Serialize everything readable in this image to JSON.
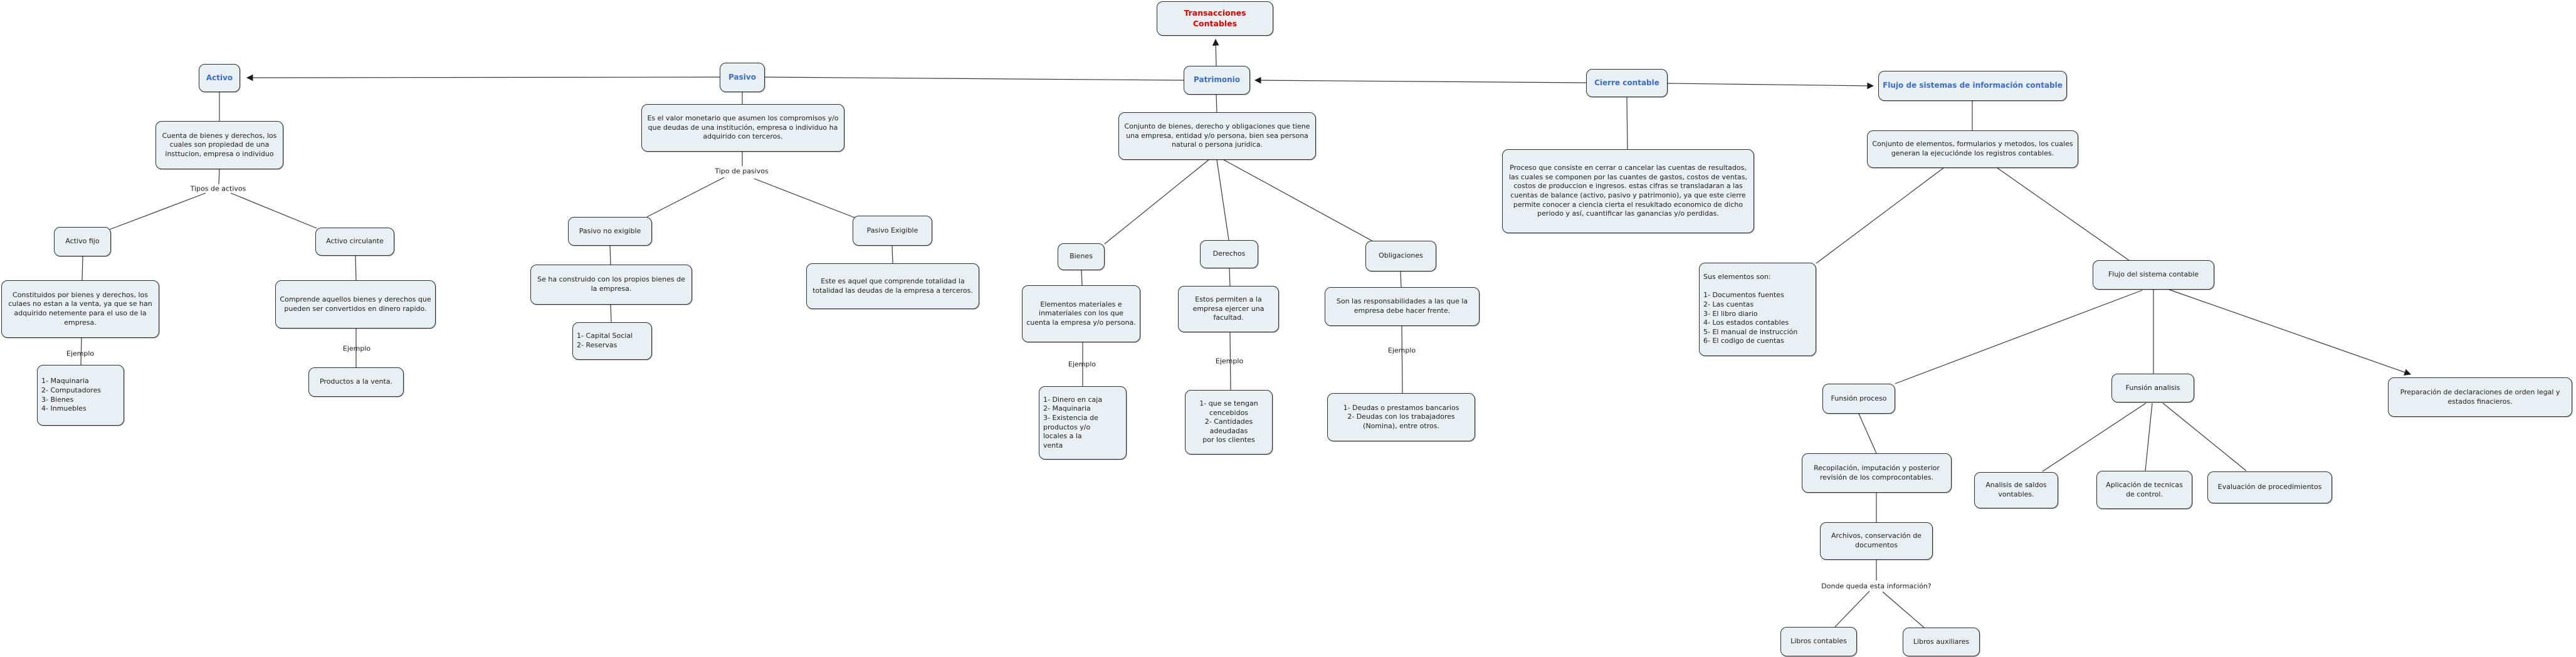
{
  "diagram_title": "Transacciones Contables",
  "colors": {
    "root_text": "#e60000",
    "level1_text": "#3b6cd4",
    "node_fill": "#e9f0f3",
    "node_border": "#2e2e2e",
    "line": "#3a3a3a",
    "background": "#ffffff"
  },
  "nodes": {
    "transacciones": {
      "label": "Transacciones Contables"
    },
    "activo": {
      "label": "Activo"
    },
    "activo_desc": {
      "label": "Cuenta de bienes y derechos, los cuales son propiedad  de una insttucion, empresa o individuo"
    },
    "activo_fijo": {
      "label": "Activo fijo"
    },
    "activo_fijo_desc": {
      "label": "Constituidos por bienes y derechos, los culaes no estan a la venta, ya que se han adquirido netemente para el uso de la empresa."
    },
    "activo_fijo_ejemplos": {
      "label": "1- Maquinaria\n2- Computadores\n3- Bienes\n4- Inmuebles"
    },
    "activo_circulante": {
      "label": "Activo circulante"
    },
    "activo_circulante_desc": {
      "label": "Comprende aquellos bienes y derechos que pueden ser convertidos en dinero rapido."
    },
    "productos_venta": {
      "label": "Productos a la venta."
    },
    "pasivo": {
      "label": "Pasivo"
    },
    "pasivo_desc": {
      "label": "Es el valor monetario que asumen los compromisos y/o que deudas de una institución, empresa o individuo ha adquirido con terceros."
    },
    "pasivo_no_exigible": {
      "label": "Pasivo no exigible"
    },
    "pasivo_no_exigible_desc": {
      "label": "Se ha construido con los propios bienes de la empresa."
    },
    "pasivo_no_exigible_ejemplos": {
      "label": "1- Capital Social\n2- Reservas"
    },
    "pasivo_exigible": {
      "label": "Pasivo Exigible"
    },
    "pasivo_exigible_desc": {
      "label": "Este es aquel que comprende totalidad la totalidad las deudas de la empresa a terceros."
    },
    "patrimonio": {
      "label": "Patrimonio"
    },
    "patrimonio_desc": {
      "label": "Conjunto de bienes, derecho y obligaciones que tiene una empresa, entidad y/o persona, bien sea persona natural o persona juridica."
    },
    "bienes": {
      "label": "Bienes"
    },
    "bienes_desc": {
      "label": "Elementos materiales e inmateriales con los que cuenta la empresa y/o persona."
    },
    "bienes_ejemplos": {
      "label": "1- Dinero en caja\n2- Maquinaria\n3- Existencia de\nproductos y/o\nlocales a la\nventa"
    },
    "derechos": {
      "label": "Derechos"
    },
    "derechos_desc": {
      "label": "Estos permiten a la empresa ejercer una facultad."
    },
    "derechos_ejemplos": {
      "label": "1- que se tengan\ncencebidos\n2- Cantidades\nadeudadas\npor los clientes"
    },
    "obligaciones": {
      "label": "Obligaciones"
    },
    "obligaciones_desc": {
      "label": "Son las responsabilidades a las que la empresa debe hacer frente."
    },
    "obligaciones_ejemplos": {
      "label": "1- Deudas o prestamos bancarios\n2- Deudas con los trabajadores\n(Nomina), entre otros."
    },
    "cierre_contable": {
      "label": "Cierre contable"
    },
    "cierre_contable_desc": {
      "label": "Proceso que consiste en cerrar o cancelar las cuentas de resultados, las cuales se componen por las cuantes de gastos, costos de ventas, costos de produccion e ingresos. estas cifras se transladaran a las cuentas de balance (activo, pasivo y patrimonio), ya que este cierre permite conocer a ciencia cierta el resukltado economico de dicho periodo y así, cuantificar las ganancias y/o perdidas."
    },
    "flujo_sistemas": {
      "label": "Flujo de sistemas de información contable"
    },
    "flujo_sistemas_desc": {
      "label": "Conjunto de elementos, formularios y metodos, los cuales generan la ejecuciónde los registros contables."
    },
    "sus_elementos": {
      "label": "Sus elementos son:\n\n1- Documentos fuentes\n2- Las cuentas\n3- El libro diario\n4- Los estados contables\n5-  El manual de instrucción\n6- El codigo de cuentas"
    },
    "flujo_sistema_contable": {
      "label": "Flujo del sistema contable"
    },
    "funsion_proceso": {
      "label": "Funsión proceso"
    },
    "recopilacion": {
      "label": "Recopilación, imputación y posterior revisión de los comprocontables."
    },
    "archivos": {
      "label": "Archivos, conservación de documentos"
    },
    "libros_contables": {
      "label": "Libros contables"
    },
    "libros_auxiliares": {
      "label": "Libros auxiliares"
    },
    "funsion_analisis": {
      "label": "Funsión analisis"
    },
    "analisis_saldos": {
      "label": "Analisis de saldos vontables."
    },
    "aplicacion_tecnicas": {
      "label": "Aplicación de tecnicas de control."
    },
    "evaluacion_procedimientos": {
      "label": "Evaluación de procedimientos"
    },
    "preparacion": {
      "label": "Preparación de declaraciones de orden legal y estados finacieros."
    }
  },
  "connector_labels": {
    "tipos_activos": "Tipos de activos",
    "tipo_pasivos": "Tipo de pasivos",
    "ejemplo": "Ejemplo",
    "donde_info": "Donde queda esta información?"
  },
  "edges": [
    {
      "from": "patrimonio",
      "to": "transacciones",
      "arrow": true
    },
    {
      "from": "pasivo",
      "to": "activo",
      "arrow": true
    },
    {
      "from": "pasivo",
      "to": "patrimonio",
      "arrow": false
    },
    {
      "from": "cierre_contable",
      "to": "patrimonio",
      "arrow": true
    },
    {
      "from": "cierre_contable",
      "to": "flujo_sistemas",
      "arrow": true
    },
    {
      "from": "activo",
      "to": "activo_desc",
      "label": "Tipos de activos",
      "children": [
        "activo_fijo",
        "activo_circulante"
      ]
    },
    {
      "from": "activo_fijo",
      "to": "activo_fijo_desc",
      "label": "Ejemplo",
      "children": [
        "activo_fijo_ejemplos"
      ]
    },
    {
      "from": "activo_circulante",
      "to": "activo_circulante_desc",
      "label": "Ejemplo",
      "children": [
        "productos_venta"
      ]
    },
    {
      "from": "pasivo",
      "to": "pasivo_desc",
      "label": "Tipo de pasivos",
      "children": [
        "pasivo_no_exigible",
        "pasivo_exigible"
      ]
    },
    {
      "from": "pasivo_no_exigible",
      "to": "pasivo_no_exigible_desc",
      "children": [
        "pasivo_no_exigible_ejemplos"
      ]
    },
    {
      "from": "pasivo_exigible",
      "to": "pasivo_exigible_desc"
    },
    {
      "from": "patrimonio",
      "to": "patrimonio_desc",
      "children": [
        "bienes",
        "derechos",
        "obligaciones"
      ]
    },
    {
      "from": "bienes",
      "to": "bienes_desc",
      "label": "Ejemplo",
      "children": [
        "bienes_ejemplos"
      ]
    },
    {
      "from": "derechos",
      "to": "derechos_desc",
      "label": "Ejemplo",
      "children": [
        "derechos_ejemplos"
      ]
    },
    {
      "from": "obligaciones",
      "to": "obligaciones_desc",
      "label": "Ejemplo",
      "children": [
        "obligaciones_ejemplos"
      ]
    },
    {
      "from": "cierre_contable",
      "to": "cierre_contable_desc"
    },
    {
      "from": "flujo_sistemas",
      "to": "flujo_sistemas_desc",
      "children": [
        "sus_elementos",
        "flujo_sistema_contable"
      ]
    },
    {
      "from": "flujo_sistema_contable",
      "to": "funsion_proceso"
    },
    {
      "from": "flujo_sistema_contable",
      "to": "funsion_analisis"
    },
    {
      "from": "flujo_sistema_contable",
      "to": "preparacion",
      "arrow": true
    },
    {
      "from": "funsion_proceso",
      "to": "recopilacion"
    },
    {
      "from": "recopilacion",
      "to": "archivos"
    },
    {
      "from": "archivos",
      "to": "libros_contables",
      "label": "Donde queda esta información?"
    },
    {
      "from": "archivos",
      "to": "libros_auxiliares",
      "label": "Donde queda esta información?"
    },
    {
      "from": "funsion_analisis",
      "to": "analisis_saldos"
    },
    {
      "from": "funsion_analisis",
      "to": "aplicacion_tecnicas"
    },
    {
      "from": "funsion_analisis",
      "to": "evaluacion_procedimientos"
    }
  ]
}
